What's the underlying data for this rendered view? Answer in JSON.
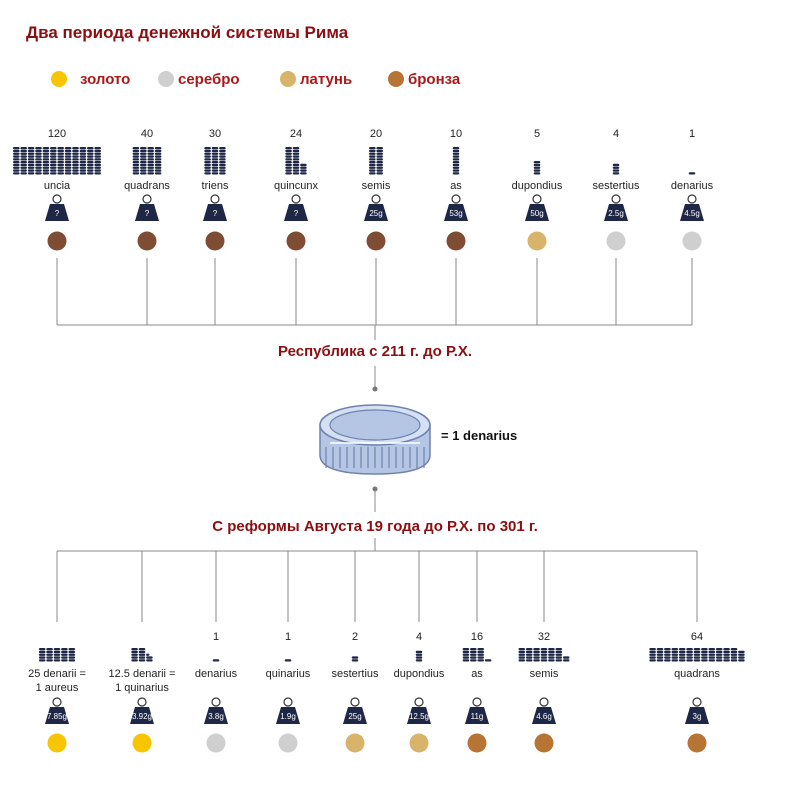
{
  "title": "Два периода денежной системы Рима",
  "colors": {
    "gold": "#f7c600",
    "silver": "#cfcfcf",
    "brass": "#d8b46a",
    "bronze_light": "#b87434",
    "bronze_dark": "#7f4c34",
    "navy": "#1f2747",
    "title_red": "#8b0e10"
  },
  "legend": [
    {
      "label": "золото",
      "color": "#f7c600"
    },
    {
      "label": "серебро",
      "color": "#cfcfcf"
    },
    {
      "label": "латунь",
      "color": "#d8b46a"
    },
    {
      "label": "бронза",
      "color": "#b87434"
    }
  ],
  "republic": {
    "heading": "Республика с 211 г. до Р.Х.",
    "coins": [
      {
        "count": "120",
        "n": 120,
        "label": "uncia",
        "weight": "?",
        "color": "#7f4c34"
      },
      {
        "count": "40",
        "n": 40,
        "label": "quadrans",
        "weight": "?",
        "color": "#7f4c34"
      },
      {
        "count": "30",
        "n": 30,
        "label": "triens",
        "weight": "?",
        "color": "#7f4c34"
      },
      {
        "count": "24",
        "n": 24,
        "label": "quincunx",
        "weight": "?",
        "color": "#7f4c34"
      },
      {
        "count": "20",
        "n": 20,
        "label": "semis",
        "weight": "25g",
        "color": "#7f4c34"
      },
      {
        "count": "10",
        "n": 10,
        "label": "as",
        "weight": "53g",
        "color": "#7f4c34"
      },
      {
        "count": "5",
        "n": 5,
        "label": "dupondius",
        "weight": "50g",
        "color": "#d8b46a"
      },
      {
        "count": "4",
        "n": 4,
        "label": "sestertius",
        "weight": "2.5g",
        "color": "#cfcfcf"
      },
      {
        "count": "1",
        "n": 1,
        "label": "denarius",
        "weight": "4.5g",
        "color": "#cfcfcf"
      }
    ]
  },
  "center": {
    "equals": "= 1 denarius"
  },
  "augustus": {
    "heading": "С реформы Августа 19 года до Р.Х. по 301 г.",
    "coins": [
      {
        "count": "",
        "n": 25,
        "label": "25 denarii =",
        "label2": "1 aureus",
        "weight": "7.85g",
        "color": "#f7c600"
      },
      {
        "count": "",
        "n": 12.5,
        "label": "12.5 denarii =",
        "label2": "1 quinarius",
        "weight": "3.92g",
        "color": "#f7c600"
      },
      {
        "count": "1",
        "n": 1,
        "label": "denarius",
        "label2": "",
        "weight": "3.8g",
        "color": "#cfcfcf"
      },
      {
        "count": "1",
        "n": 1,
        "label": "quinarius",
        "label2": "",
        "weight": "1.9g",
        "color": "#cfcfcf"
      },
      {
        "count": "2",
        "n": 2,
        "label": "sestertius",
        "label2": "",
        "weight": "25g",
        "color": "#d8b46a"
      },
      {
        "count": "4",
        "n": 4,
        "label": "dupondius",
        "label2": "",
        "weight": "12.5g",
        "color": "#d8b46a"
      },
      {
        "count": "16",
        "n": 16,
        "label": "as",
        "label2": "",
        "weight": "11g",
        "color": "#b87434"
      },
      {
        "count": "32",
        "n": 32,
        "label": "semis",
        "label2": "",
        "weight": "4.6g",
        "color": "#b87434"
      },
      {
        "count": "64",
        "n": 64,
        "label": "quadrans",
        "label2": "",
        "weight": "3g",
        "color": "#b87434"
      }
    ]
  }
}
